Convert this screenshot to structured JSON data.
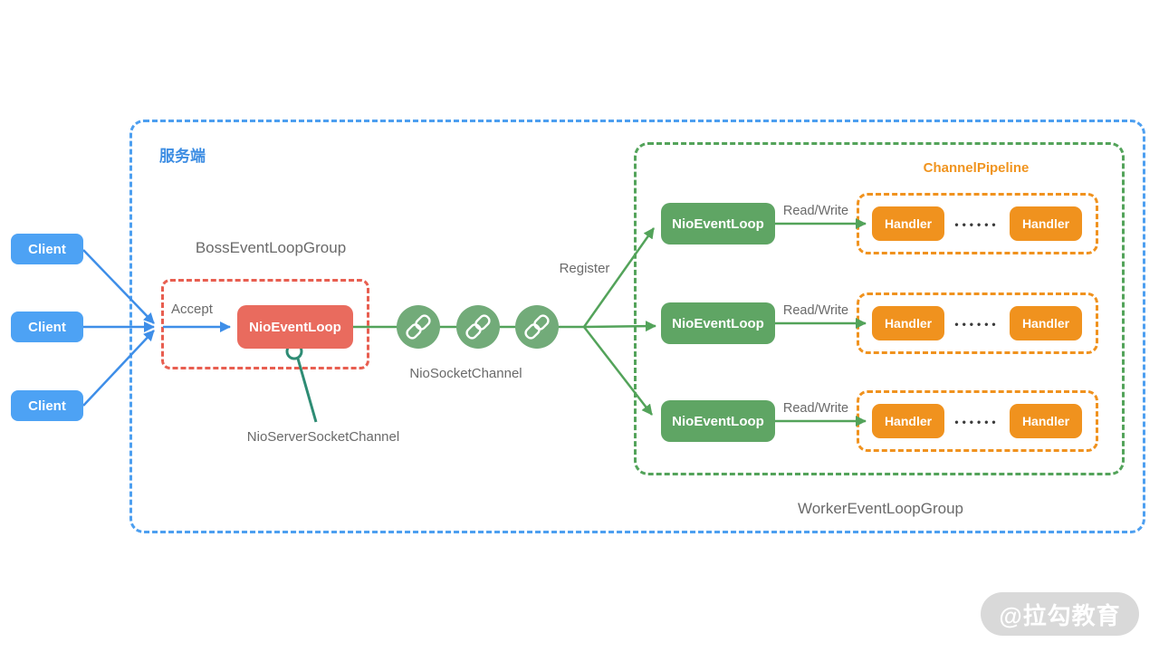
{
  "colors": {
    "blue": "#4da2f4",
    "blue_dash": "#4d9ff0",
    "blue_text": "#3e8ee3",
    "red_box": "#e96b5e",
    "red_dash": "#e85e50",
    "green_box": "#5fa564",
    "green_line": "#53a35a",
    "green_circle": "#72ab79",
    "teal": "#2e8c74",
    "orange": "#f0921e",
    "gray_text": "#6a6a6a",
    "watermark_bg": "#d9d9d9"
  },
  "server_region": {
    "label": "服务端"
  },
  "clients": [
    {
      "label": "Client"
    },
    {
      "label": "Client"
    },
    {
      "label": "Client"
    }
  ],
  "boss_group": {
    "title": "BossEventLoopGroup",
    "accept_label": "Accept",
    "event_loop": "NioEventLoop"
  },
  "channels": {
    "nio_server_socket_channel": "NioServerSocketChannel",
    "nio_socket_channel": "NioSocketChannel",
    "register": "Register",
    "chain_icon": "chain-link-icon"
  },
  "worker_group": {
    "title": "WorkerEventLoopGroup",
    "pipeline_title": "ChannelPipeline",
    "rows": [
      {
        "event_loop": "NioEventLoop",
        "read_write": "Read/Write",
        "handlers": [
          "Handler",
          "Handler"
        ],
        "dots": "••••••"
      },
      {
        "event_loop": "NioEventLoop",
        "read_write": "Read/Write",
        "handlers": [
          "Handler",
          "Handler"
        ],
        "dots": "••••••"
      },
      {
        "event_loop": "NioEventLoop",
        "read_write": "Read/Write",
        "handlers": [
          "Handler",
          "Handler"
        ],
        "dots": "••••••"
      }
    ]
  },
  "watermark": {
    "label": "@拉勾教育"
  }
}
